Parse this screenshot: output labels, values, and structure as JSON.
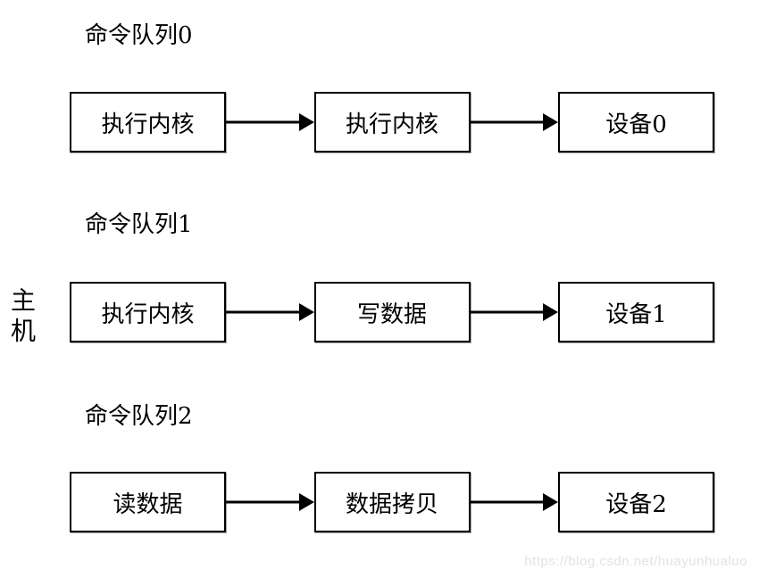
{
  "host_label": "主机",
  "rows": [
    {
      "label": "命令队列0",
      "boxes": [
        "执行内核",
        "执行内核",
        "设备0"
      ]
    },
    {
      "label": "命令队列1",
      "boxes": [
        "执行内核",
        "写数据",
        "设备1"
      ]
    },
    {
      "label": "命令队列2",
      "boxes": [
        "读数据",
        "数据拷贝",
        "设备2"
      ]
    }
  ],
  "watermark": "https://blog.csdn.net/huayunhualuo",
  "colors": {
    "background": "#ffffff",
    "box_border": "#000000",
    "text": "#000000",
    "arrow": "#000000",
    "watermark_text": "#e3e3e3"
  }
}
